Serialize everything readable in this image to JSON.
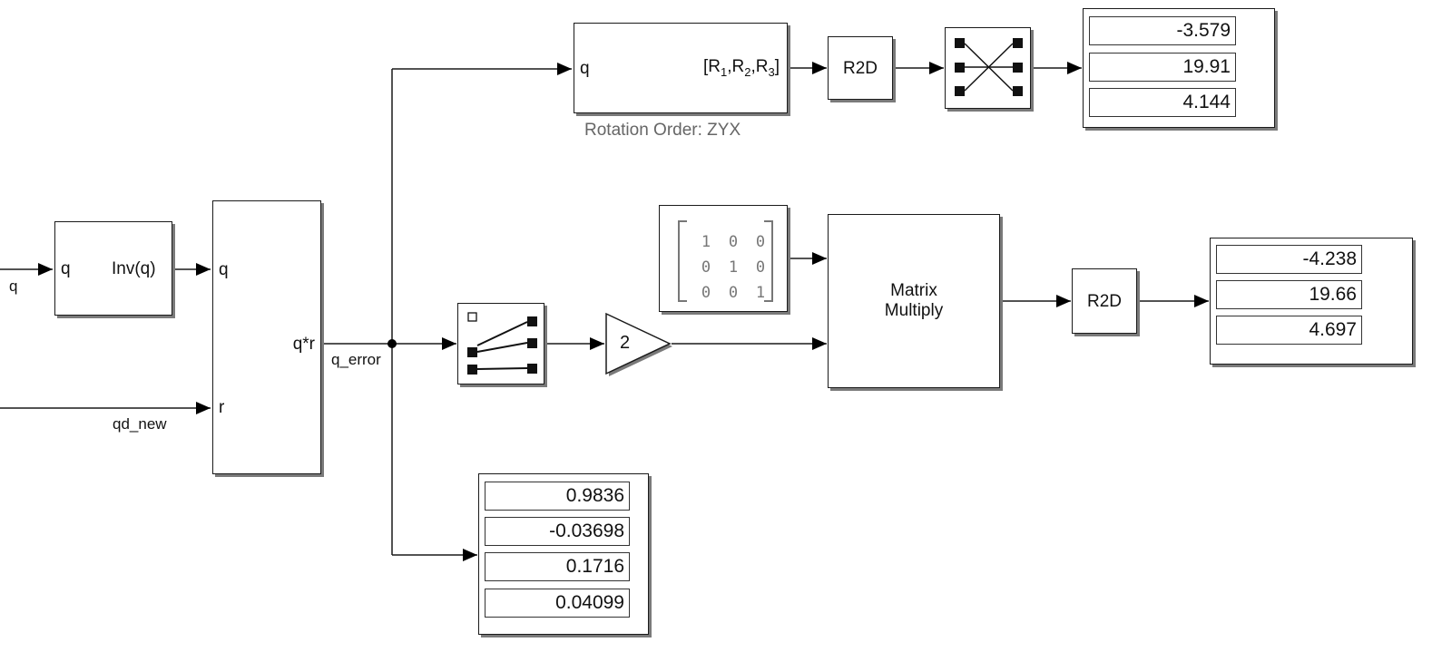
{
  "signals": {
    "q_in": "q",
    "qd_new": "qd_new",
    "q_error": "q_error"
  },
  "inv_block": {
    "in_port": "q",
    "label": "Inv(q)"
  },
  "mult_block": {
    "in_port_q": "q",
    "in_port_r": "r",
    "out_port": "q*r"
  },
  "rotation_block": {
    "in_port": "q",
    "caption": "Rotation Order: ZYX"
  },
  "r2d_top": {
    "label": "R2D"
  },
  "r2d_mid": {
    "label": "R2D"
  },
  "gain": {
    "value": "2"
  },
  "identity_matrix": {
    "rows": [
      [
        "1",
        "0",
        "0"
      ],
      [
        "0",
        "1",
        "0"
      ],
      [
        "0",
        "0",
        "1"
      ]
    ]
  },
  "matrix_multiply": {
    "line1": "Matrix",
    "line2": "Multiply"
  },
  "display_top": {
    "values": [
      "-3.579",
      "19.91",
      "4.144"
    ]
  },
  "display_mid": {
    "values": [
      "-4.238",
      "19.66",
      "4.697"
    ]
  },
  "display_bottom": {
    "values": [
      "0.9836",
      "-0.03698",
      "0.1716",
      "0.04099"
    ]
  }
}
